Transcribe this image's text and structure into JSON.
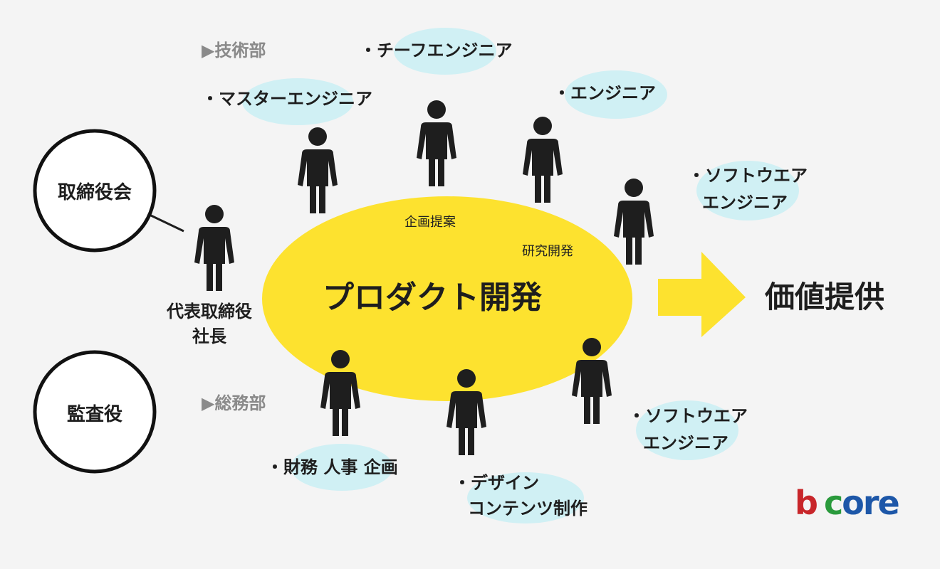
{
  "board": {
    "label": "取締役会"
  },
  "auditor": {
    "label": "監査役"
  },
  "ceo": {
    "line1": "代表取締役",
    "line2": "社長"
  },
  "departments": {
    "tech": "▶技術部",
    "general": "▶総務部"
  },
  "center": {
    "title": "プロダクト開発",
    "sub1": "企画提案",
    "sub2": "研究開発"
  },
  "value": {
    "label": "価値提供"
  },
  "roles": {
    "chief_engineer": "・チーフエンジニア",
    "master_engineer": "・マスターエンジニア",
    "engineer": "・エンジニア",
    "software_engineer_1": {
      "line1": "・ソフトウエア",
      "line2": "エンジニア"
    },
    "software_engineer_2": {
      "line1": "・ソフトウエア",
      "line2": "エンジニア"
    },
    "finance": "・財務 人事 企画",
    "design": {
      "line1": "・デザイン",
      "line2": "コンテンツ制作"
    }
  },
  "logo": {
    "b": "b",
    "c": "c",
    "o": "o",
    "r": "r",
    "e": "e"
  },
  "colors": {
    "background": "#f4f4f4",
    "ellipse": "#fde22f",
    "highlight": "#d0f0f4",
    "person": "#1e1e1e",
    "logo_red": "#c8262a",
    "logo_green": "#2a9a3c",
    "logo_blue": "#1d57a8"
  }
}
